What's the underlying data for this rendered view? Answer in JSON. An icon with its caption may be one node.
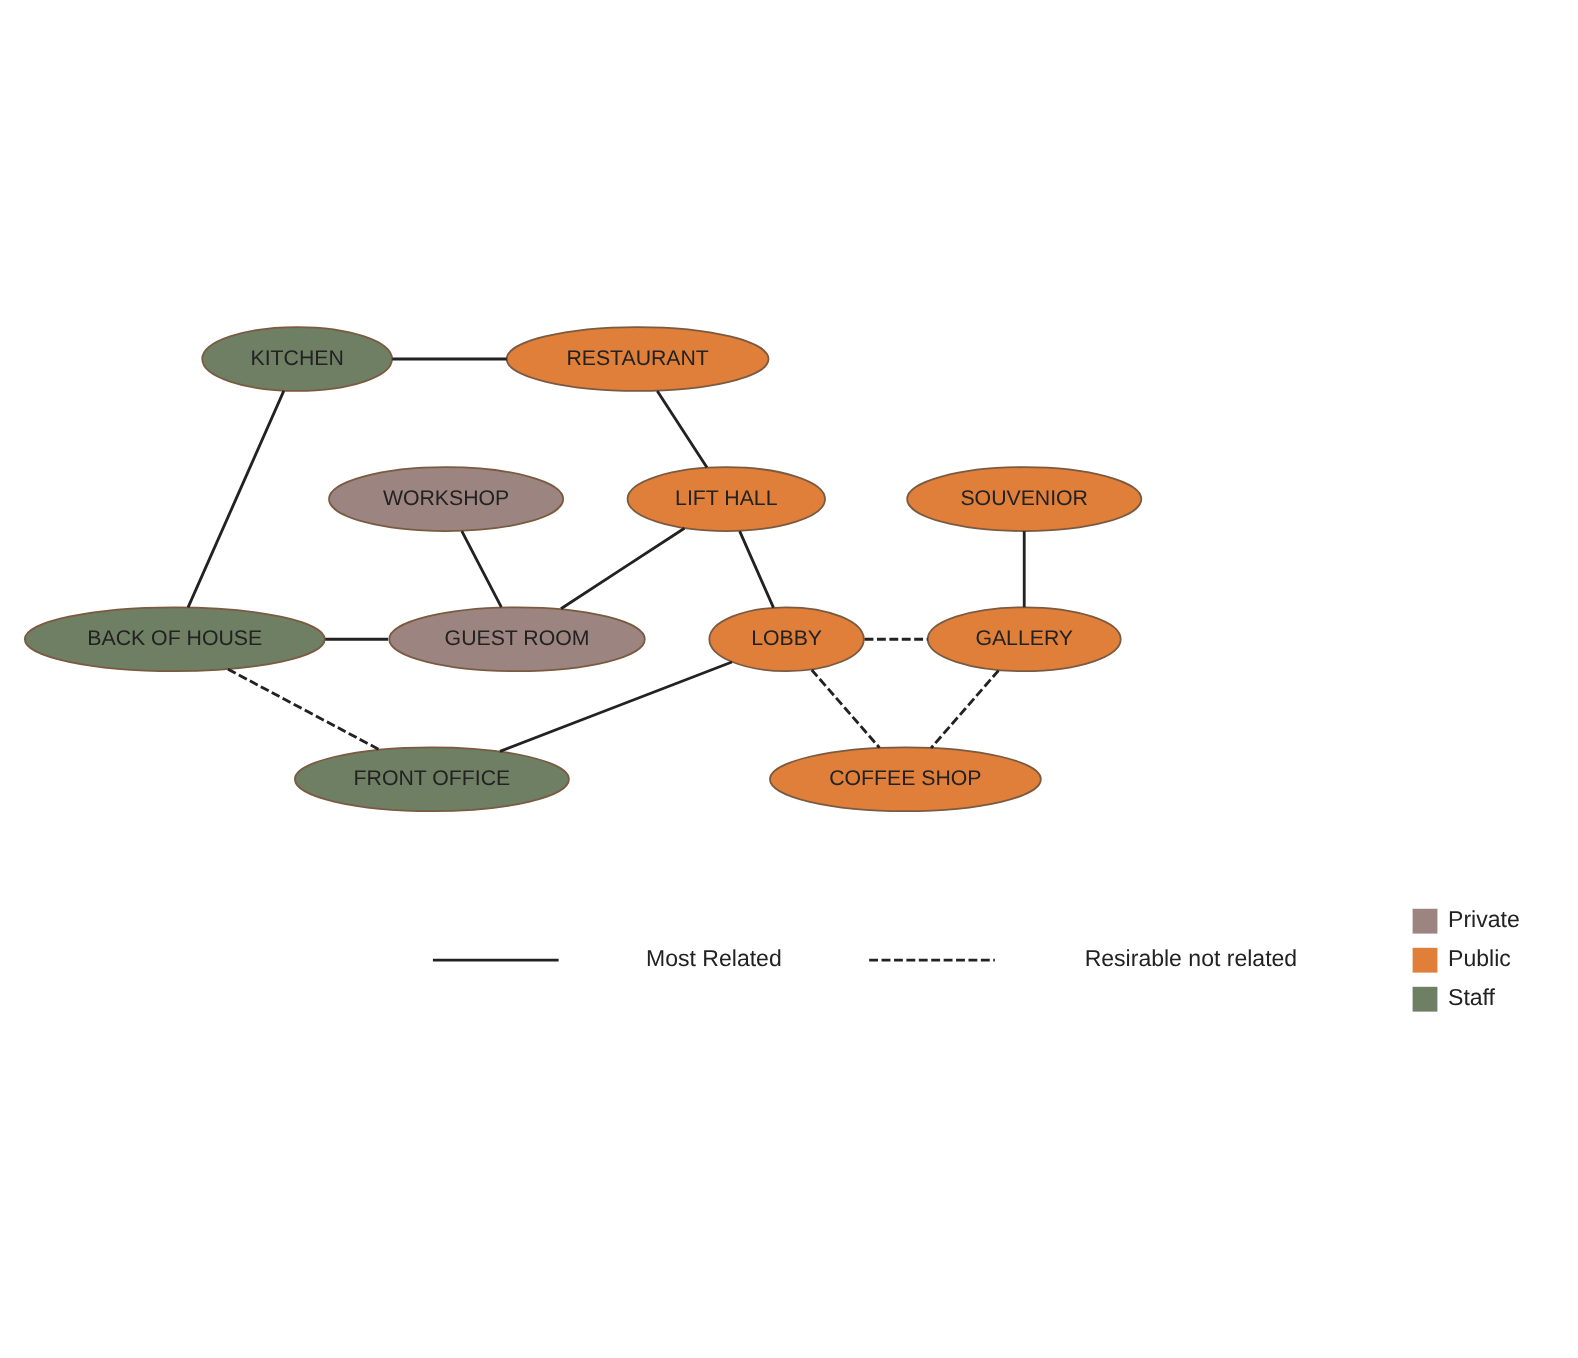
{
  "diagram": {
    "nodes": [
      {
        "text": [
          "RESTAURANT"
        ]
      },
      {
        "text": [
          "KITCHEN"
        ]
      },
      {
        "text": [
          "SOUVENIOR"
        ]
      },
      {
        "text": [
          "WORKSHOP"
        ]
      },
      {
        "text": [
          "LIFT HALL"
        ]
      },
      {
        "text": [
          "GALLERY"
        ]
      },
      {
        "text": [
          "BACK OF HOUSE"
        ]
      },
      {
        "text": [
          "GUEST ROOM"
        ]
      },
      {
        "text": [
          "LOBBY"
        ]
      },
      {
        "text": [
          "COFFEE SHOP"
        ]
      },
      {
        "text": [
          "FRONT OFFICE"
        ]
      }
    ],
    "edges": [
      {
        "from": 1,
        "to": 0,
        "arrow": "none"
      },
      {
        "from": 0,
        "to": 4,
        "arrow": "none"
      },
      {
        "from": 2,
        "to": 5,
        "arrow": "none"
      },
      {
        "from": 1,
        "to": 6,
        "arrow": "none"
      },
      {
        "from": 3,
        "to": 7,
        "arrow": "none"
      },
      {
        "from": 4,
        "to": 7,
        "arrow": "none"
      },
      {
        "from": 4,
        "to": 8,
        "arrow": "none"
      },
      {
        "from": 6,
        "to": 7,
        "arrow": "none"
      },
      {
        "from": 8,
        "to": 5,
        "arrow": "none",
        "style": "dashed"
      },
      {
        "from": 5,
        "to": 9,
        "arrow": "none",
        "style": "dashed"
      },
      {
        "from": 8,
        "to": 9,
        "arrow": "none",
        "style": "dashed"
      },
      {
        "from": 6,
        "to": 10,
        "arrow": "none",
        "style": "dashed"
      },
      {
        "from": 10,
        "to": 8,
        "arrow": "none"
      }
    ],
    "legend": [
      {
        "text": "Most Related"
      },
      {
        "text": "Resirable not related"
      },
      {
        "text": "Private",
        "color": "#9c8580"
      },
      {
        "text": "Public",
        "color": "#e07f3a"
      },
      {
        "text": "Staff",
        "color": "#6f7f64"
      }
    ]
  }
}
